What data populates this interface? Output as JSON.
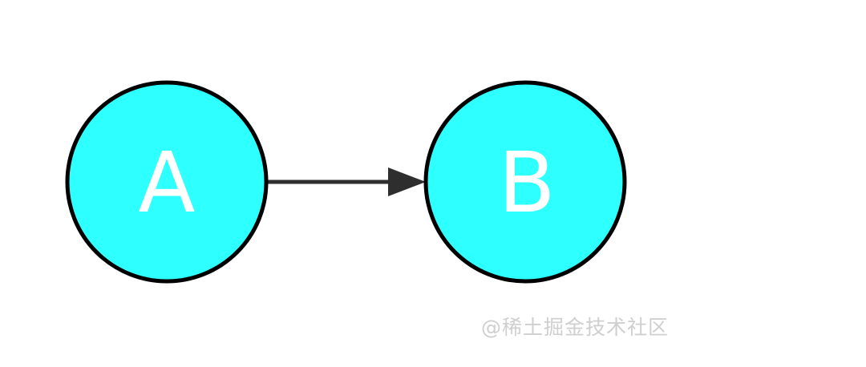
{
  "diagram": {
    "nodes": [
      {
        "id": "A",
        "label": "A",
        "fill": "#2effff",
        "stroke": "#000000"
      },
      {
        "id": "B",
        "label": "B",
        "fill": "#2effff",
        "stroke": "#000000"
      }
    ],
    "edges": [
      {
        "from": "A",
        "to": "B",
        "color": "#2e2e2e",
        "directed": true
      }
    ]
  },
  "watermark": {
    "text": "@稀土掘金技术社区"
  }
}
